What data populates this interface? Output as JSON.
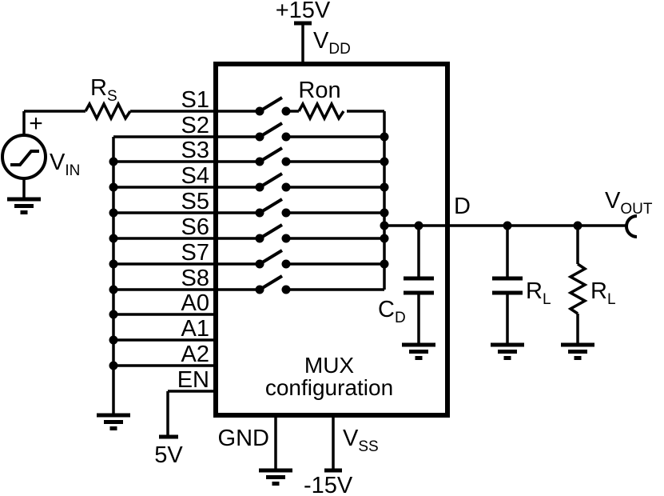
{
  "diagram": {
    "type": "circuit-schematic",
    "colors": {
      "ink": "#000000",
      "background": "#ffffff"
    },
    "box_title": [
      "MUX",
      "configuration"
    ],
    "supplies": {
      "positive_rail": "+15V",
      "negative_rail": "-15V",
      "enable_voltage": "5V",
      "ground_pin": "GND"
    },
    "power_pins": {
      "vdd": {
        "main": "V",
        "sub": "DD"
      },
      "vss": {
        "main": "V",
        "sub": "SS"
      }
    },
    "pins": [
      "S1",
      "S2",
      "S3",
      "S4",
      "S5",
      "S6",
      "S7",
      "S8",
      "A0",
      "A1",
      "A2",
      "EN"
    ],
    "source": {
      "label": {
        "main": "V",
        "sub": "IN"
      },
      "polarity": "+",
      "series_resistor": {
        "main": "R",
        "sub": "S"
      }
    },
    "mux": {
      "on_resistance": "Ron",
      "drain_node": "D",
      "drain_capacitor": {
        "main": "C",
        "sub": "D"
      }
    },
    "output": {
      "label": {
        "main": "V",
        "sub": "OUT"
      },
      "load_capacitor": {
        "main": "R",
        "sub": "L"
      },
      "load_resistor": {
        "main": "R",
        "sub": "L"
      }
    }
  }
}
